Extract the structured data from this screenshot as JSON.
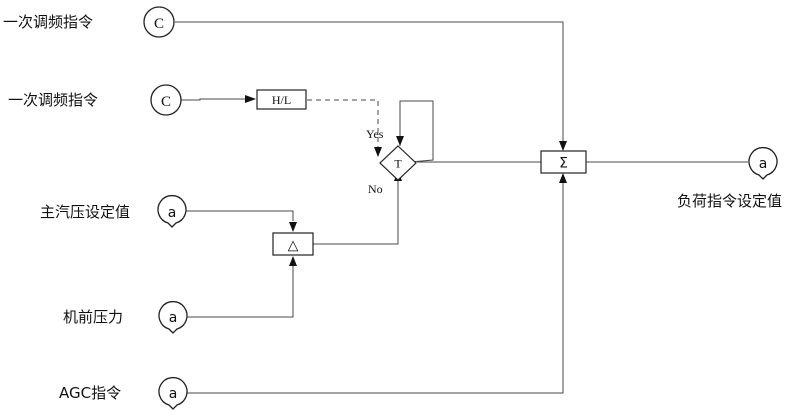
{
  "inputs": {
    "primary_freq_1": {
      "label": "一次调频指令",
      "symbol": "C"
    },
    "primary_freq_2": {
      "label": "一次调频指令",
      "symbol": "C"
    },
    "main_steam_setpoint": {
      "label": "主汽压设定值",
      "symbol": "a"
    },
    "front_pressure": {
      "label": "机前压力",
      "symbol": "a"
    },
    "agc": {
      "label": "AGC指令",
      "symbol": "a"
    }
  },
  "output": {
    "label": "负荷指令设定值",
    "symbol": "a"
  },
  "blocks": {
    "hl": "H/L",
    "delta": "△",
    "transfer": "T",
    "sum": "Σ"
  },
  "branch": {
    "yes": "Yes",
    "no": "No"
  }
}
